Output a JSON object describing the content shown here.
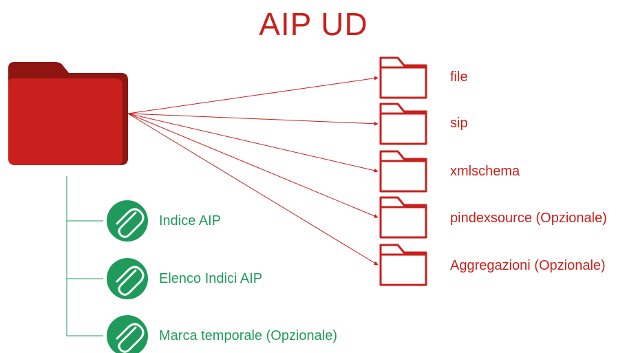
{
  "title": "AIP UD",
  "colors": {
    "red": "#c8201c",
    "red_dark": "#8e1512",
    "green": "#1f9a5b"
  },
  "root_folder": {
    "icon": "folder-icon"
  },
  "folders": [
    {
      "label": "file",
      "icon": "folder-outline-icon"
    },
    {
      "label": "sip",
      "icon": "folder-outline-icon"
    },
    {
      "label": "xmlschema",
      "icon": "folder-outline-icon"
    },
    {
      "label": "pindexsource (Opzionale)",
      "icon": "folder-outline-icon"
    },
    {
      "label": "Aggregazioni (Opzionale)",
      "icon": "folder-outline-icon"
    }
  ],
  "attachments": [
    {
      "label": "Indice AIP",
      "icon": "paperclip-icon"
    },
    {
      "label": "Elenco Indici AIP",
      "icon": "paperclip-icon"
    },
    {
      "label": "Marca temporale (Opzionale)",
      "icon": "paperclip-icon"
    }
  ]
}
